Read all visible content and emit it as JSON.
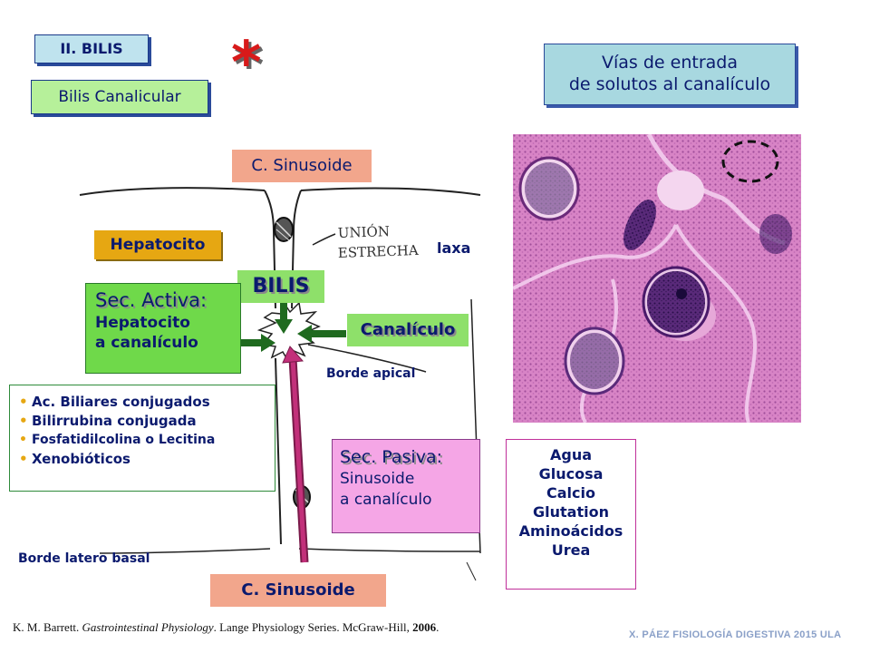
{
  "header": {
    "section": "II. BILIS",
    "subsection": "Bilis Canalicular",
    "asterisk": "*",
    "title_line1": "Vías de entrada",
    "title_line2": "de solutos al canalículo"
  },
  "diagram": {
    "sinusoid_top": "C. Sinusoide",
    "sinusoid_bottom": "C. Sinusoide",
    "hepatocyte": "Hepatocito",
    "tight_junction_line1": "UNIÓN",
    "tight_junction_line2": "ESTRECHA",
    "tight_junction_extra": "laxa",
    "bile": "BILIS",
    "canaliculus": "Canalículo",
    "apical_border": "Borde apical",
    "basolateral_border": "Borde latero basal"
  },
  "active_secretion": {
    "title": "Sec. Activa:",
    "line1": "Hepatocito",
    "line2": "a canalículo",
    "items": [
      {
        "text": "Ac. Biliares conjugados"
      },
      {
        "text": "Bilirrubina conjugada"
      },
      {
        "text": "Fosfatidilcolina o Lecitina"
      },
      {
        "text": "Xenobióticos"
      }
    ]
  },
  "passive_secretion": {
    "title": "Sec. Pasiva:",
    "line1": "Sinusoide",
    "line2": "a canalículo",
    "items": [
      "Agua",
      "Glucosa",
      "Calcio",
      "Glutation",
      "Aminoácidos",
      "Urea"
    ]
  },
  "reference": {
    "authors": "K. M. Barrett.",
    "book": "Gastrointestinal Physiology",
    "rest": ". Lange Physiology Series. McGraw-Hill,",
    "year": "2006",
    "end": "."
  },
  "credit": "X. PÁEZ FISIOLOGÍA DIGESTIVA 2015 ULA",
  "colors": {
    "accent_navy": "#0b1a6e",
    "asterisk_red": "#d81a1a",
    "pink_arrow": "#c2307a"
  }
}
